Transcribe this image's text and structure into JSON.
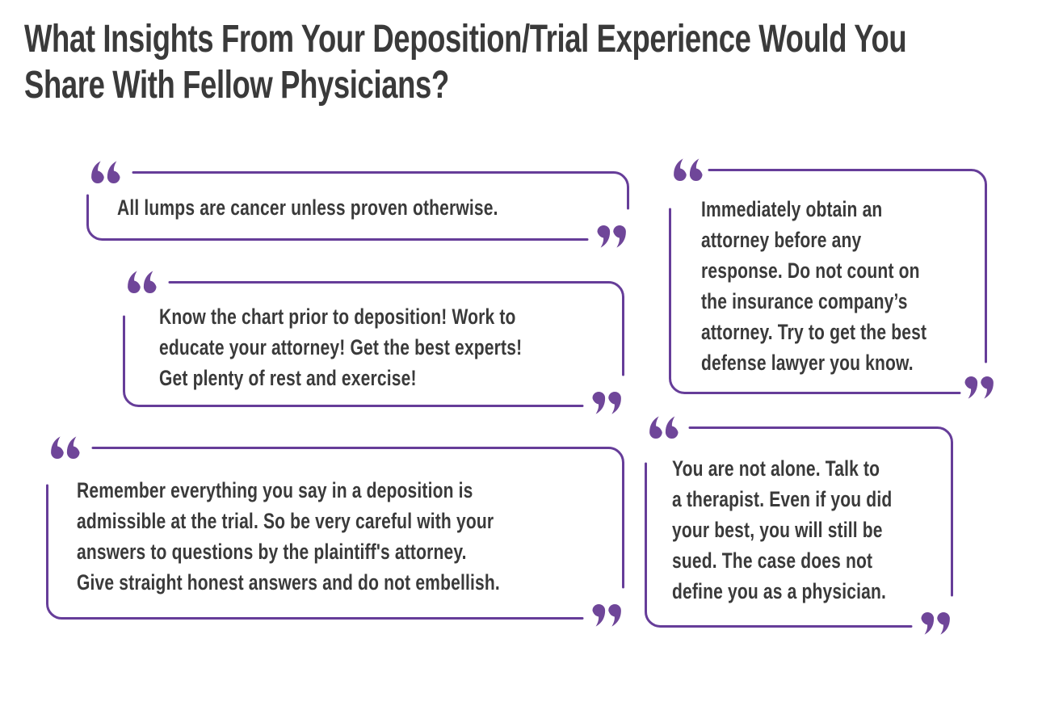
{
  "title": {
    "text": "What Insights From Your Deposition/Trial Experience Would You\nShare With Fellow Physicians?"
  },
  "colors": {
    "text_dark": "#3a3a3a",
    "title_dark": "#333333",
    "quote_mark_purple": "#6f4699",
    "border_purple": "#663d99",
    "background": "#ffffff"
  },
  "quotes": [
    {
      "text": "All lumps are cancer unless proven otherwise."
    },
    {
      "text": "Know the chart prior to deposition! Work to\neducate your attorney! Get the best experts!\nGet plenty of rest and exercise!"
    },
    {
      "text": "Remember everything you say in a deposition is\nadmissible at the trial. So be very careful with your\nanswers to questions by the plaintiff's attorney.\nGive straight honest answers and do not embellish."
    },
    {
      "text": "Immediately obtain an\nattorney before any\nresponse. Do not count on\nthe insurance company’s\nattorney. Try to get the best\ndefense lawyer you know."
    },
    {
      "text": "You are not alone. Talk to\na therapist. Even if you did\nyour best, you will still be\nsued. The case does not\ndefine you as a physician."
    }
  ]
}
